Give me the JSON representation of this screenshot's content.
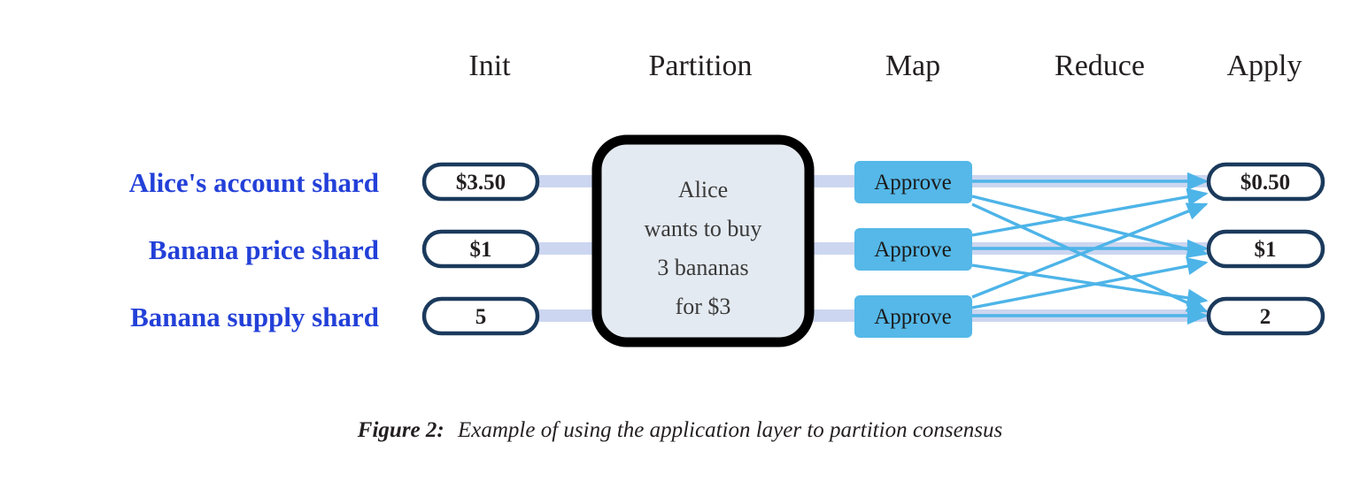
{
  "figure": {
    "caption_label": "Figure 2:",
    "caption_body": "Example of using the application layer to partition consensus"
  },
  "colors": {
    "row_label": "#2340d8",
    "pill_border": "#1b3a5c",
    "pill_fill": "#ffffff",
    "band": "#ccd6f0",
    "partition_fill": "#e4eaf1",
    "partition_border": "#000000",
    "map_fill": "#55b8e8",
    "arrow": "#4db4e8",
    "header_text": "#231f20",
    "background": "#ffffff"
  },
  "columns": [
    {
      "key": "init",
      "label": "Init"
    },
    {
      "key": "partition",
      "label": "Partition"
    },
    {
      "key": "map",
      "label": "Map"
    },
    {
      "key": "reduce",
      "label": "Reduce"
    },
    {
      "key": "apply",
      "label": "Apply"
    }
  ],
  "rows": [
    {
      "label": "Alice's account shard",
      "init": "$3.50",
      "map": "Approve",
      "apply": "$0.50"
    },
    {
      "label": "Banana price shard",
      "init": "$1",
      "map": "Approve",
      "apply": "$1"
    },
    {
      "label": "Banana supply shard",
      "init": "5",
      "map": "Approve",
      "apply": "2"
    }
  ],
  "partition": {
    "lines": [
      "Alice",
      "wants to buy",
      "3 bananas",
      "for $3"
    ]
  },
  "chart_data": {
    "type": "diagram",
    "title": "Example of using the application layer to partition consensus",
    "stages": [
      "Init",
      "Partition",
      "Map",
      "Reduce",
      "Apply"
    ],
    "shards": [
      "Alice's account shard",
      "Banana price shard",
      "Banana supply shard"
    ],
    "init_values": [
      "$3.50",
      "$1",
      "5"
    ],
    "partition_text": "Alice wants to buy 3 bananas for $3",
    "map_values": [
      "Approve",
      "Approve",
      "Approve"
    ],
    "apply_values": [
      "$0.50",
      "$1",
      "2"
    ],
    "reduce_edges": [
      {
        "from": 0,
        "to": 0
      },
      {
        "from": 0,
        "to": 1
      },
      {
        "from": 0,
        "to": 2
      },
      {
        "from": 1,
        "to": 0
      },
      {
        "from": 1,
        "to": 1
      },
      {
        "from": 1,
        "to": 2
      },
      {
        "from": 2,
        "to": 0
      },
      {
        "from": 2,
        "to": 1
      },
      {
        "from": 2,
        "to": 2
      }
    ]
  }
}
